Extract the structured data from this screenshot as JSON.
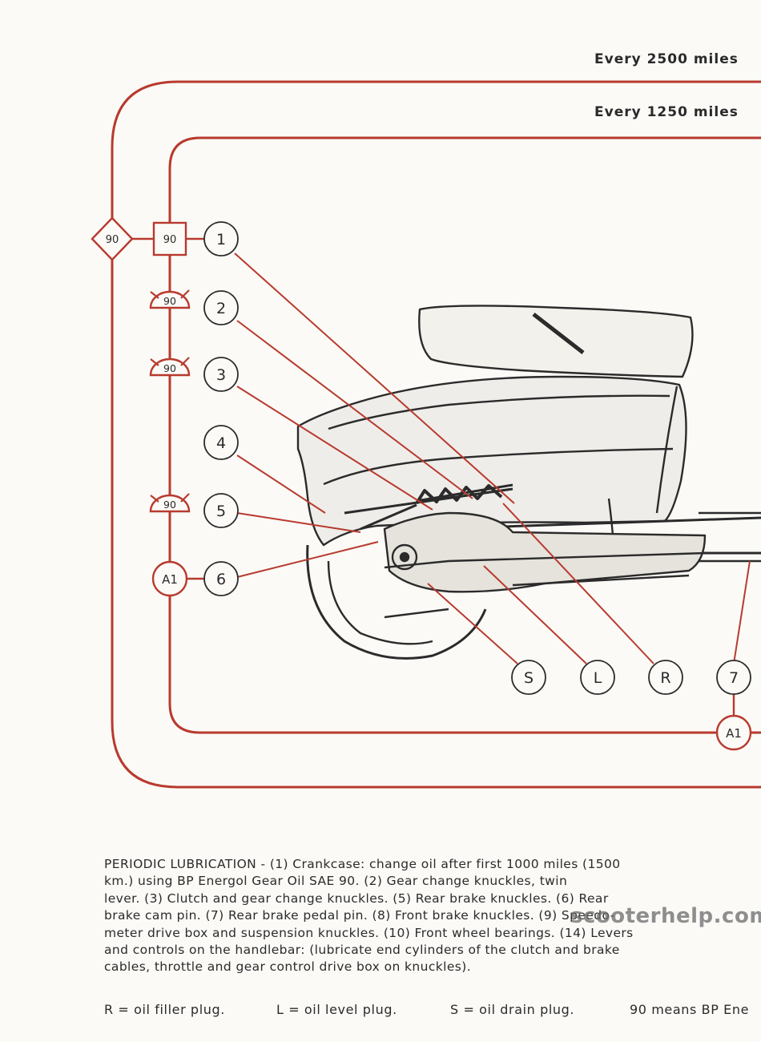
{
  "headers": {
    "interval_outer": "Every 2500 miles",
    "interval_inner": "Every 1250 miles"
  },
  "colors": {
    "accent_red": "#b83a2e",
    "ink": "#2b2b2b"
  },
  "symbols": {
    "diamond_90": "90",
    "square_90": "90",
    "oilcan_2": "90",
    "oilcan_3": "90",
    "oilcan_5": "90",
    "circle_a1_left": "A1",
    "circle_a1_bottom": "A1"
  },
  "callouts": {
    "c1": "1",
    "c2": "2",
    "c3": "3",
    "c4": "4",
    "c5": "5",
    "c6": "6",
    "cS": "S",
    "cL": "L",
    "cR": "R",
    "c7": "7"
  },
  "description": {
    "line1": "PERIODIC LUBRICATION - (1) Crankcase: change oil after first 1000 miles (1500",
    "line2": "km.) using BP Energol Gear Oil SAE 90. (2) Gear change knuckles, twin",
    "line3": "lever. (3) Clutch and gear change knuckles. (5) Rear brake knuckles. (6) Rear",
    "line4": "brake cam pin. (7) Rear brake pedal pin. (8) Front brake knuckles. (9) Speedo-",
    "line5": "meter drive box and suspension knuckles. (10) Front wheel bearings. (14) Levers",
    "line6": "and controls on the handlebar: (lubricate end cylinders of the clutch and brake",
    "line7": "cables, throttle and gear control drive box on knuckles)."
  },
  "legend": {
    "r": "R = oil filler plug.",
    "l": "L = oil level plug.",
    "s": "S = oil drain plug.",
    "ninety": "90 means BP Ene"
  },
  "watermark": "scooterhelp.com"
}
